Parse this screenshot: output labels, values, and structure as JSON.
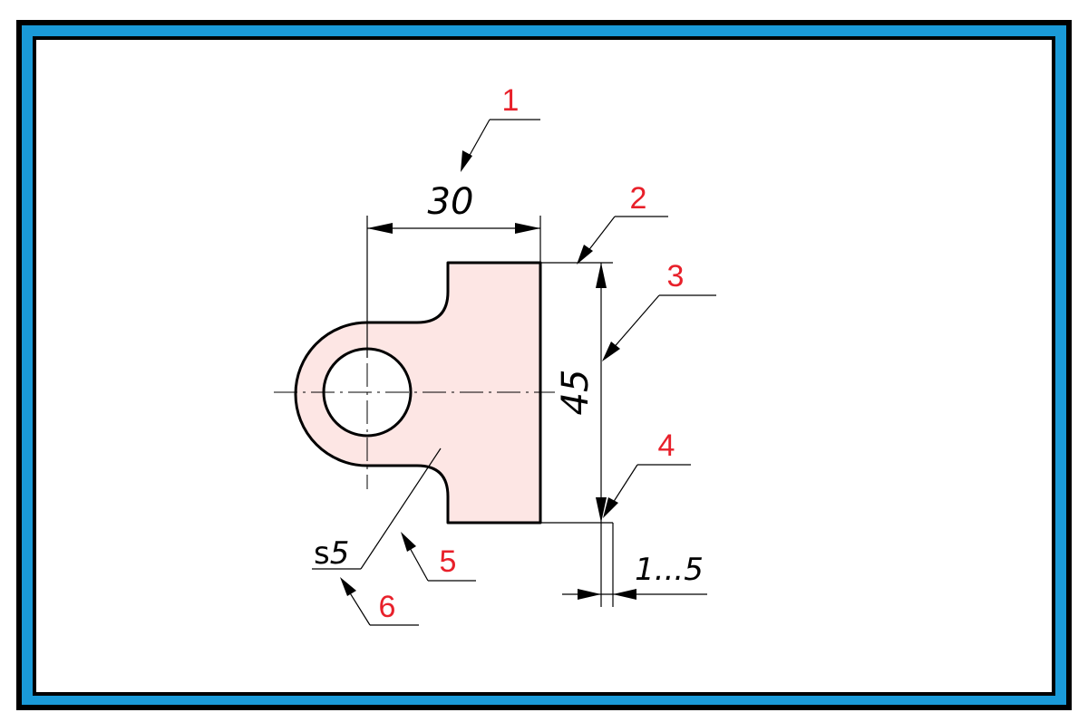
{
  "dimensions": {
    "width_value": "30",
    "height_value": "45",
    "gap_value": "1...5",
    "thickness_symbol": "s",
    "thickness_value": "5"
  },
  "callouts": [
    {
      "number": "1"
    },
    {
      "number": "2"
    },
    {
      "number": "3"
    },
    {
      "number": "4"
    },
    {
      "number": "5"
    },
    {
      "number": "6"
    }
  ],
  "colors": {
    "frame": "#1a9ad8",
    "part_fill": "#fde6e4",
    "callout": "#e8202a"
  }
}
